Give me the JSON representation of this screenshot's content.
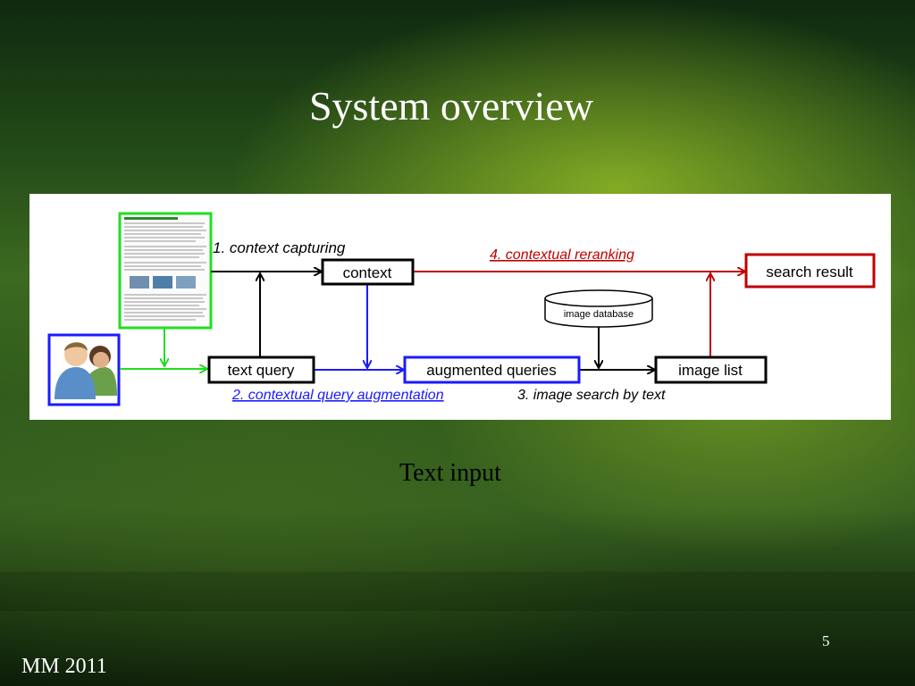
{
  "slide": {
    "title": "System overview",
    "caption": "Text input",
    "page_number": "5",
    "footer": "MM 2011"
  },
  "diagram": {
    "nodes": {
      "context": "context",
      "search_result": "search result",
      "image_database": "image database",
      "text_query": "text query",
      "augmented_queries": "augmented queries",
      "image_list": "image list"
    },
    "steps": {
      "step1": "1. context capturing",
      "step2": "2. contextual query augmentation",
      "step3": "3.  image search by text",
      "step4": "4.  contextual reranking"
    },
    "icons": {
      "user": "users-icon",
      "webpage": "webpage-thumbnail"
    },
    "colors": {
      "green": "#22dd22",
      "blue": "#1a1aff",
      "red": "#c00000",
      "black": "#000000"
    }
  }
}
